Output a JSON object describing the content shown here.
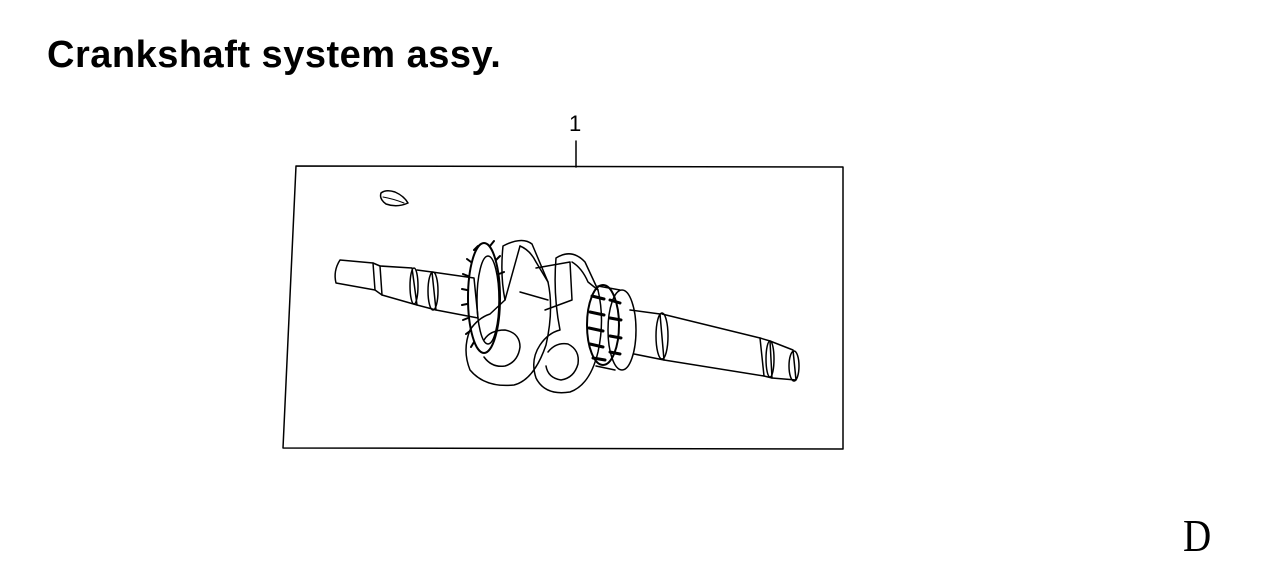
{
  "title": "Crankshaft system assy.",
  "callouts": [
    {
      "number": "1",
      "part": "crankshaft-assembly"
    }
  ],
  "page_letter": "D",
  "colors": {
    "ink": "#000000",
    "background": "#ffffff"
  }
}
